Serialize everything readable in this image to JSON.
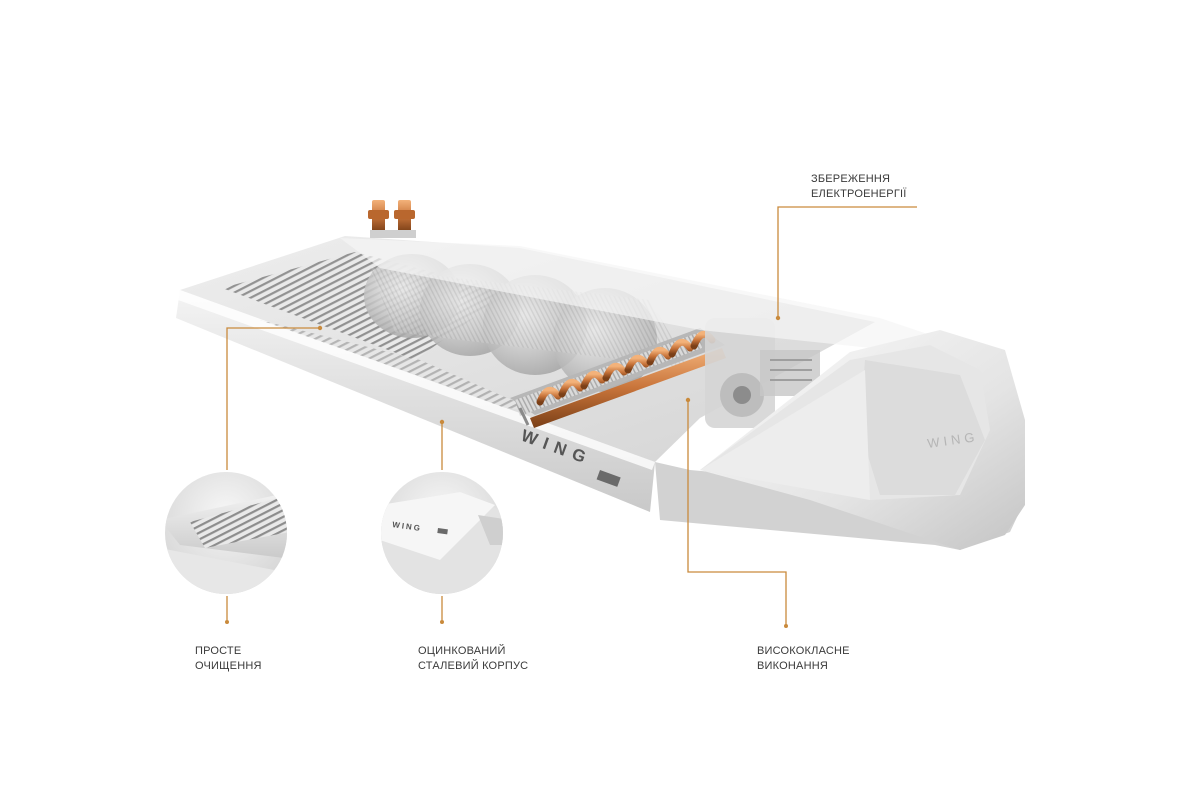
{
  "product": {
    "logo_main": "WING",
    "logo_side": "WING",
    "logo_inset": "WING"
  },
  "callouts": {
    "energy_saving": {
      "line1": "ЗБЕРЕЖЕННЯ",
      "line2": "ЕЛЕКТРОЕНЕРГІЇ"
    },
    "easy_cleaning": {
      "line1": "ПРОСТЕ",
      "line2": "ОЧИЩЕННЯ"
    },
    "galvanized_casing": {
      "line1": "ОЦИНКОВАНИЙ",
      "line2": "СТАЛЕВИЙ КОРПУС"
    },
    "high_quality": {
      "line1": "ВИСОКОКЛАСНЕ",
      "line2": "ВИКОНАННЯ"
    }
  },
  "colors": {
    "accent_line": "#c98a3c",
    "copper": "#c8743a",
    "body_white": "#f2f2f2",
    "label_text": "#3a3a3a"
  },
  "icons": [
    "copper-pipe-icon",
    "fan-icon",
    "heat-exchanger-icon",
    "motor-icon"
  ]
}
